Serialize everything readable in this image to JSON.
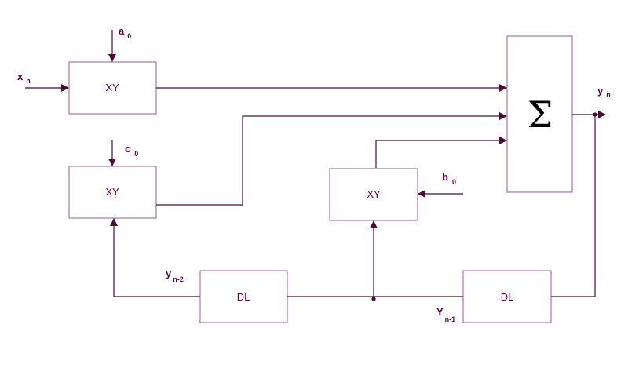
{
  "colors": {
    "box_border": "#9a5a9a",
    "wire": "#4a0a3a",
    "text": "#5a004a",
    "background": "#ffffff"
  },
  "blocks": {
    "mult_a": "XY",
    "mult_c": "XY",
    "mult_b": "XY",
    "delay_1": "DL",
    "delay_2": "DL",
    "summer": "Σ"
  },
  "signals": {
    "input": {
      "main": "x",
      "sub": "n"
    },
    "output": {
      "main": "y",
      "sub": "n"
    },
    "coef_a": {
      "main": "a",
      "sub": "0"
    },
    "coef_c": {
      "main": "c",
      "sub": "0"
    },
    "coef_b": {
      "main": "b",
      "sub": "0"
    },
    "y_n2": {
      "main": "y",
      "sub": "n-2"
    },
    "y_n1": {
      "main": "Y",
      "sub": "n-1"
    }
  }
}
